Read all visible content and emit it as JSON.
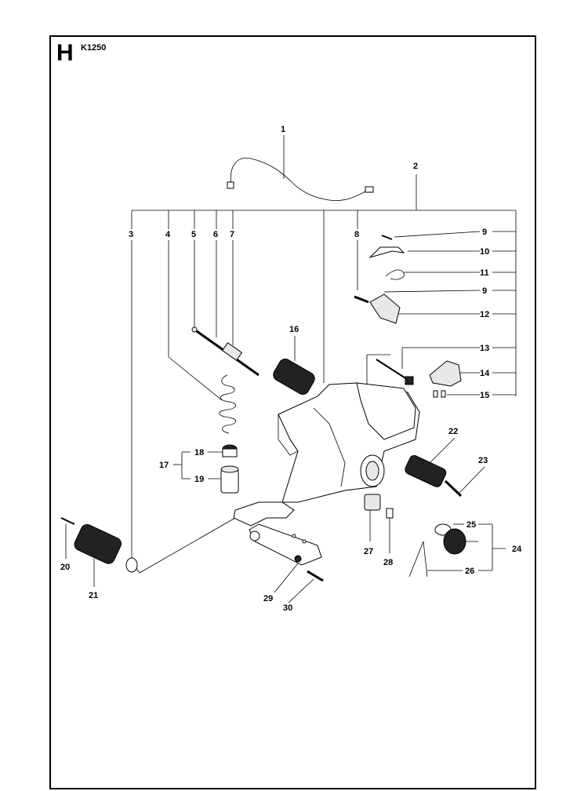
{
  "header": {
    "section_letter": "H",
    "model": "K1250"
  },
  "callouts": [
    "1",
    "2",
    "3",
    "4",
    "5",
    "6",
    "7",
    "8",
    "9",
    "10",
    "11",
    "9",
    "12",
    "13",
    "14",
    "15",
    "16",
    "17",
    "18",
    "19",
    "20",
    "21",
    "22",
    "23",
    "24",
    "25",
    "26",
    "27",
    "28",
    "29",
    "30"
  ]
}
